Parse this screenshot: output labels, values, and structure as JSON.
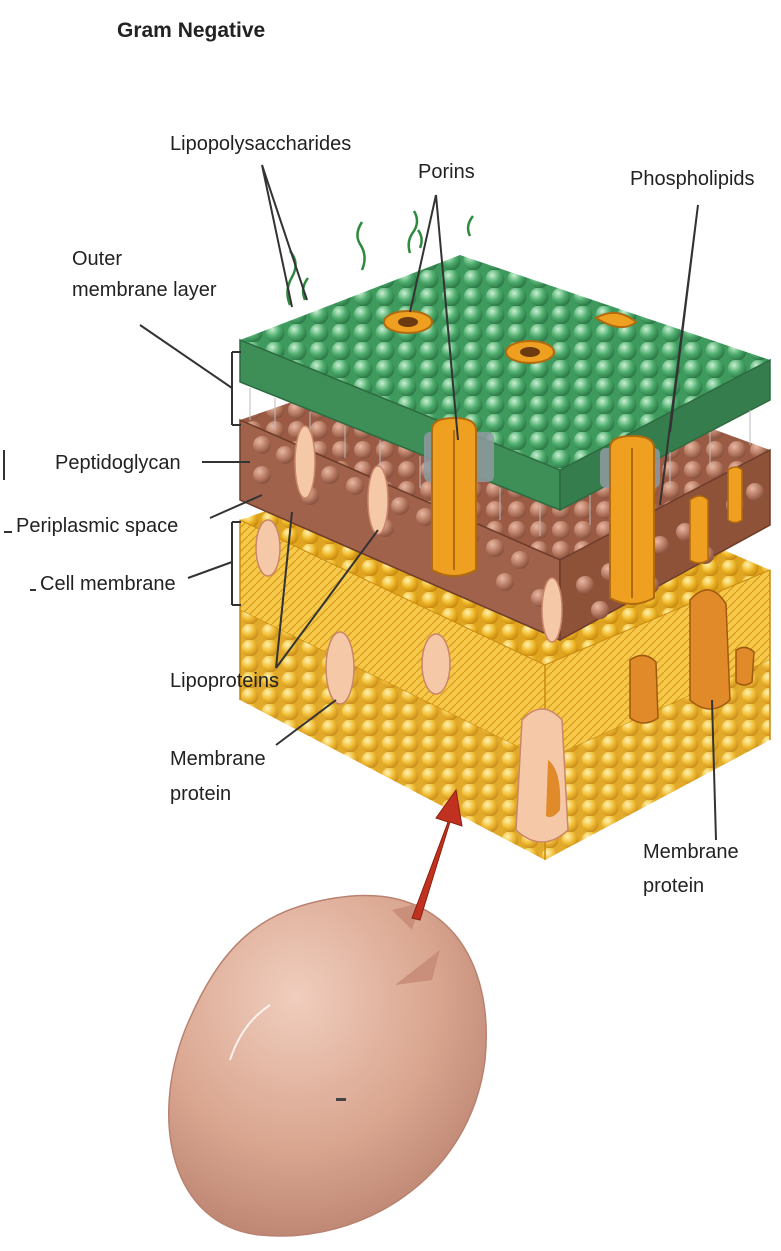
{
  "title": "Gram Negative",
  "labels": {
    "lipopolysaccharides": "Lipopolysaccharides",
    "porins": "Porins",
    "phospholipids": "Phospholipids",
    "outer_membrane_line1": "Outer",
    "outer_membrane_line2": "membrane layer",
    "peptidoglycan": "Peptidoglycan",
    "periplasmic_space": "Periplasmic space",
    "cell_membrane": "Cell membrane",
    "lipoproteins": "Lipoproteins",
    "membrane_protein_left_line1": "Membrane",
    "membrane_protein_left_line2": "protein",
    "membrane_protein_right_line1": "Membrane",
    "membrane_protein_right_line2": "protein"
  },
  "colors": {
    "outer_membrane": "#4fae6e",
    "peptidoglycan": "#a0624a",
    "cell_membrane": "#f0b92a",
    "protein": "#f5c9a8",
    "porin": "#f0a020",
    "cell": "#d9a58f",
    "arrow": "#c0321f"
  }
}
